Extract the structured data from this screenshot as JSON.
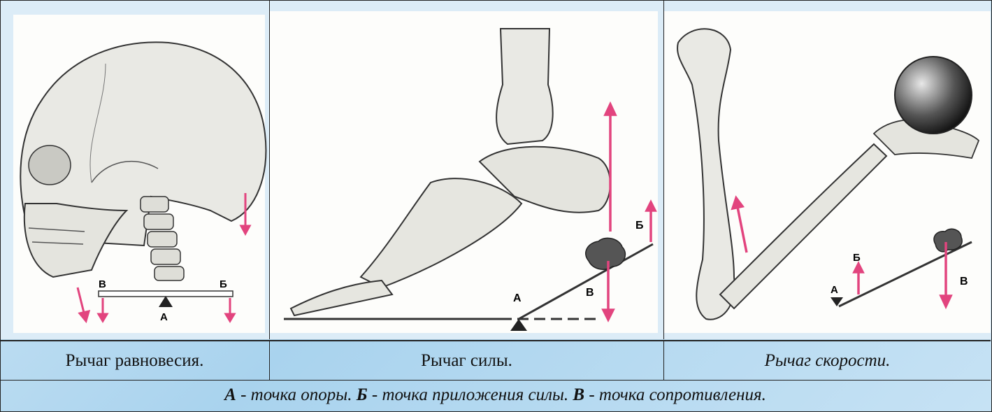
{
  "panels": [
    {
      "caption": "Рычаг равновесия.",
      "labels": {
        "v": "В",
        "b": "Б",
        "a": "А"
      }
    },
    {
      "caption": "Рычаг силы.",
      "labels": {
        "b": "Б",
        "a": "А",
        "v": "В"
      }
    },
    {
      "caption": "Рычаг скорости.",
      "labels": {
        "b": "Б",
        "a": "А",
        "v": "В"
      }
    }
  ],
  "legend": {
    "a_letter": "А",
    "a_text": " - точка опоры. ",
    "b_letter": "Б",
    "b_text": " - точка приложения силы. ",
    "v_letter": "В",
    "v_text": " - точка сопротивления."
  },
  "colors": {
    "arrow": "#e2447e",
    "bone": "#e9e9e4",
    "outline": "#333333"
  }
}
